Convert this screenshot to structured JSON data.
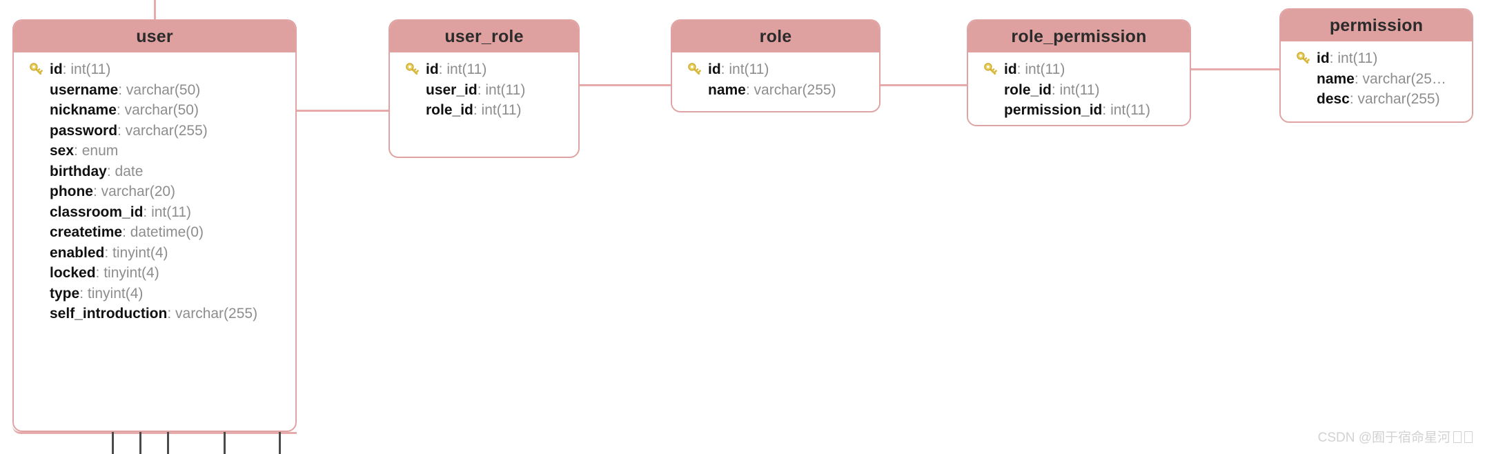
{
  "diagram": {
    "title": "Database ER diagram",
    "colors": {
      "header_fill": "#dfa0a0",
      "border": "#e0a3a3",
      "connector": "#e6aaaa",
      "connector_dark": "#4a4a4a",
      "field_name": "#111111",
      "field_type": "#8d8d8d",
      "background": "#ffffff",
      "watermark": "#d2d2d2"
    },
    "tables": [
      {
        "name": "user",
        "key_icon": "key-icon",
        "fields": [
          {
            "name": "id",
            "type": "int(11)",
            "pk": true
          },
          {
            "name": "username",
            "type": "varchar(50)",
            "pk": false
          },
          {
            "name": "nickname",
            "type": "varchar(50)",
            "pk": false
          },
          {
            "name": "password",
            "type": "varchar(255)",
            "pk": false
          },
          {
            "name": "sex",
            "type": "enum",
            "pk": false
          },
          {
            "name": "birthday",
            "type": "date",
            "pk": false
          },
          {
            "name": "phone",
            "type": "varchar(20)",
            "pk": false
          },
          {
            "name": "classroom_id",
            "type": "int(11)",
            "pk": false
          },
          {
            "name": "createtime",
            "type": "datetime(0)",
            "pk": false
          },
          {
            "name": "enabled",
            "type": "tinyint(4)",
            "pk": false
          },
          {
            "name": "locked",
            "type": "tinyint(4)",
            "pk": false
          },
          {
            "name": "type",
            "type": "tinyint(4)",
            "pk": false
          },
          {
            "name": "self_introduction",
            "type": "varchar(255)",
            "pk": false
          }
        ]
      },
      {
        "name": "user_role",
        "key_icon": "key-icon",
        "fields": [
          {
            "name": "id",
            "type": "int(11)",
            "pk": true
          },
          {
            "name": "user_id",
            "type": "int(11)",
            "pk": false
          },
          {
            "name": "role_id",
            "type": "int(11)",
            "pk": false
          }
        ]
      },
      {
        "name": "role",
        "key_icon": "key-icon",
        "fields": [
          {
            "name": "id",
            "type": "int(11)",
            "pk": true
          },
          {
            "name": "name",
            "type": "varchar(255)",
            "pk": false
          }
        ]
      },
      {
        "name": "role_permission",
        "key_icon": "key-icon",
        "fields": [
          {
            "name": "id",
            "type": "int(11)",
            "pk": true
          },
          {
            "name": "role_id",
            "type": "int(11)",
            "pk": false
          },
          {
            "name": "permission_id",
            "type": "int(11)",
            "pk": false
          }
        ]
      },
      {
        "name": "permission",
        "key_icon": "key-icon",
        "fields": [
          {
            "name": "id",
            "type": "int(11)",
            "pk": true
          },
          {
            "name": "name",
            "type": "varchar(25…",
            "pk": false
          },
          {
            "name": "desc",
            "type": "varchar(255)",
            "pk": false
          }
        ]
      }
    ]
  },
  "watermark": {
    "text": "CSDN @囿于宿命星河"
  }
}
